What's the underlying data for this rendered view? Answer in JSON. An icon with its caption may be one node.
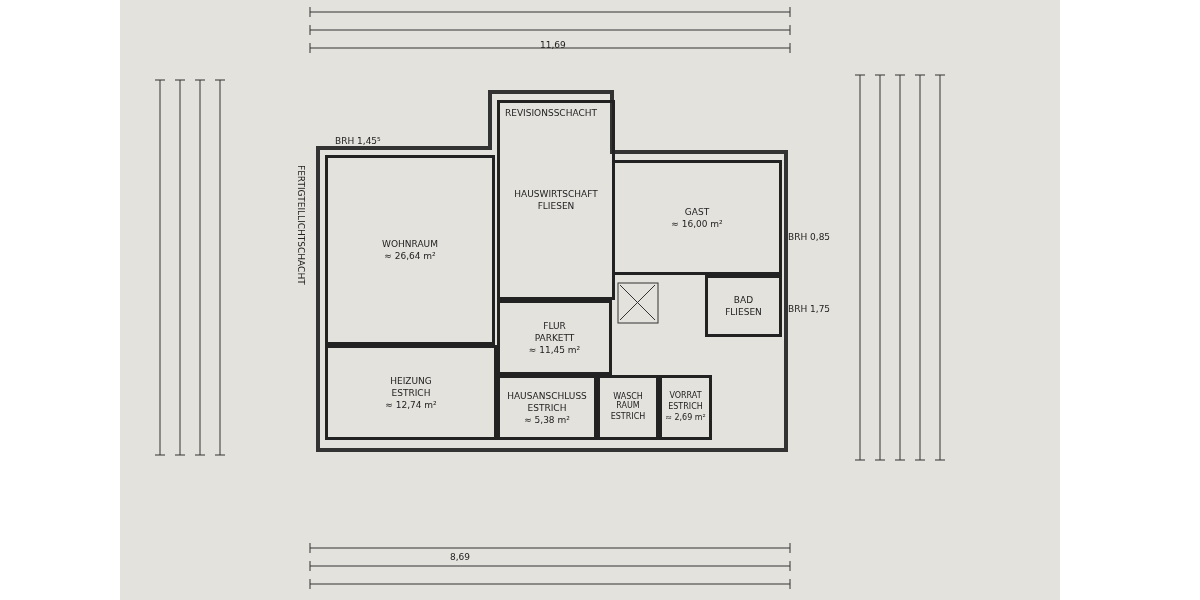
{
  "diagram": {
    "nodes": [
      {
        "text": [
          "WOHNRAUM",
          "≈ 26,64 m²"
        ]
      },
      {
        "text": [
          "HAUSWIRTSCHAFT",
          "FLIESEN"
        ]
      },
      {
        "text": [
          "GAST",
          "≈ 16,00 m²"
        ]
      },
      {
        "text": [
          "FLUR",
          "PARKETT",
          "≈ 11,45 m²"
        ]
      },
      {
        "text": [
          "BAD",
          "FLIESEN"
        ]
      },
      {
        "text": [
          "HEIZUNG",
          "ESTRICH",
          "≈ 12,74 m²"
        ]
      },
      {
        "text": [
          "HAUSANSCHLUSS",
          "ESTRICH",
          "≈ 5,38 m²"
        ]
      },
      {
        "text": [
          "WASCH RAUM",
          "ESTRICH"
        ]
      },
      {
        "text": [
          "VORRAT",
          "ESTRICH",
          "≈ 2,69 m²"
        ]
      }
    ],
    "labels": [
      "11,69",
      "REVISIONSSCHACHT",
      "FERTIGTEILLICHTSCHACHT",
      "BRH 1,45⁵",
      "BRH 1,75",
      "BRH 0,85",
      "8,69"
    ]
  }
}
